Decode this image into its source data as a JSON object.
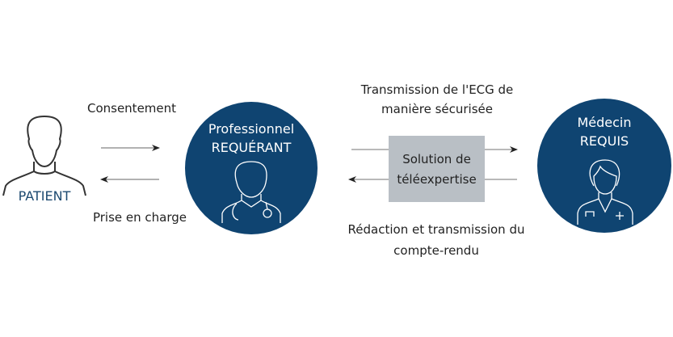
{
  "patient": {
    "label": "PATIENT"
  },
  "requerant": {
    "line1": "Professionnel",
    "line2": "REQUÉRANT"
  },
  "requis": {
    "line1": "Médecin",
    "line2": "REQUIS"
  },
  "solution": {
    "line1": "Solution de",
    "line2": "téléexpertise"
  },
  "labels": {
    "consent": "Consentement",
    "care": "Prise en charge",
    "ecg1": "Transmission de l'ECG de",
    "ecg2": "manière sécurisée",
    "report1": "Rédaction et transmission du",
    "report2": "compte-rendu"
  },
  "colors": {
    "circle": "#0f4471",
    "box": "#b9bfc5",
    "patient_text": "#1d4a70"
  }
}
